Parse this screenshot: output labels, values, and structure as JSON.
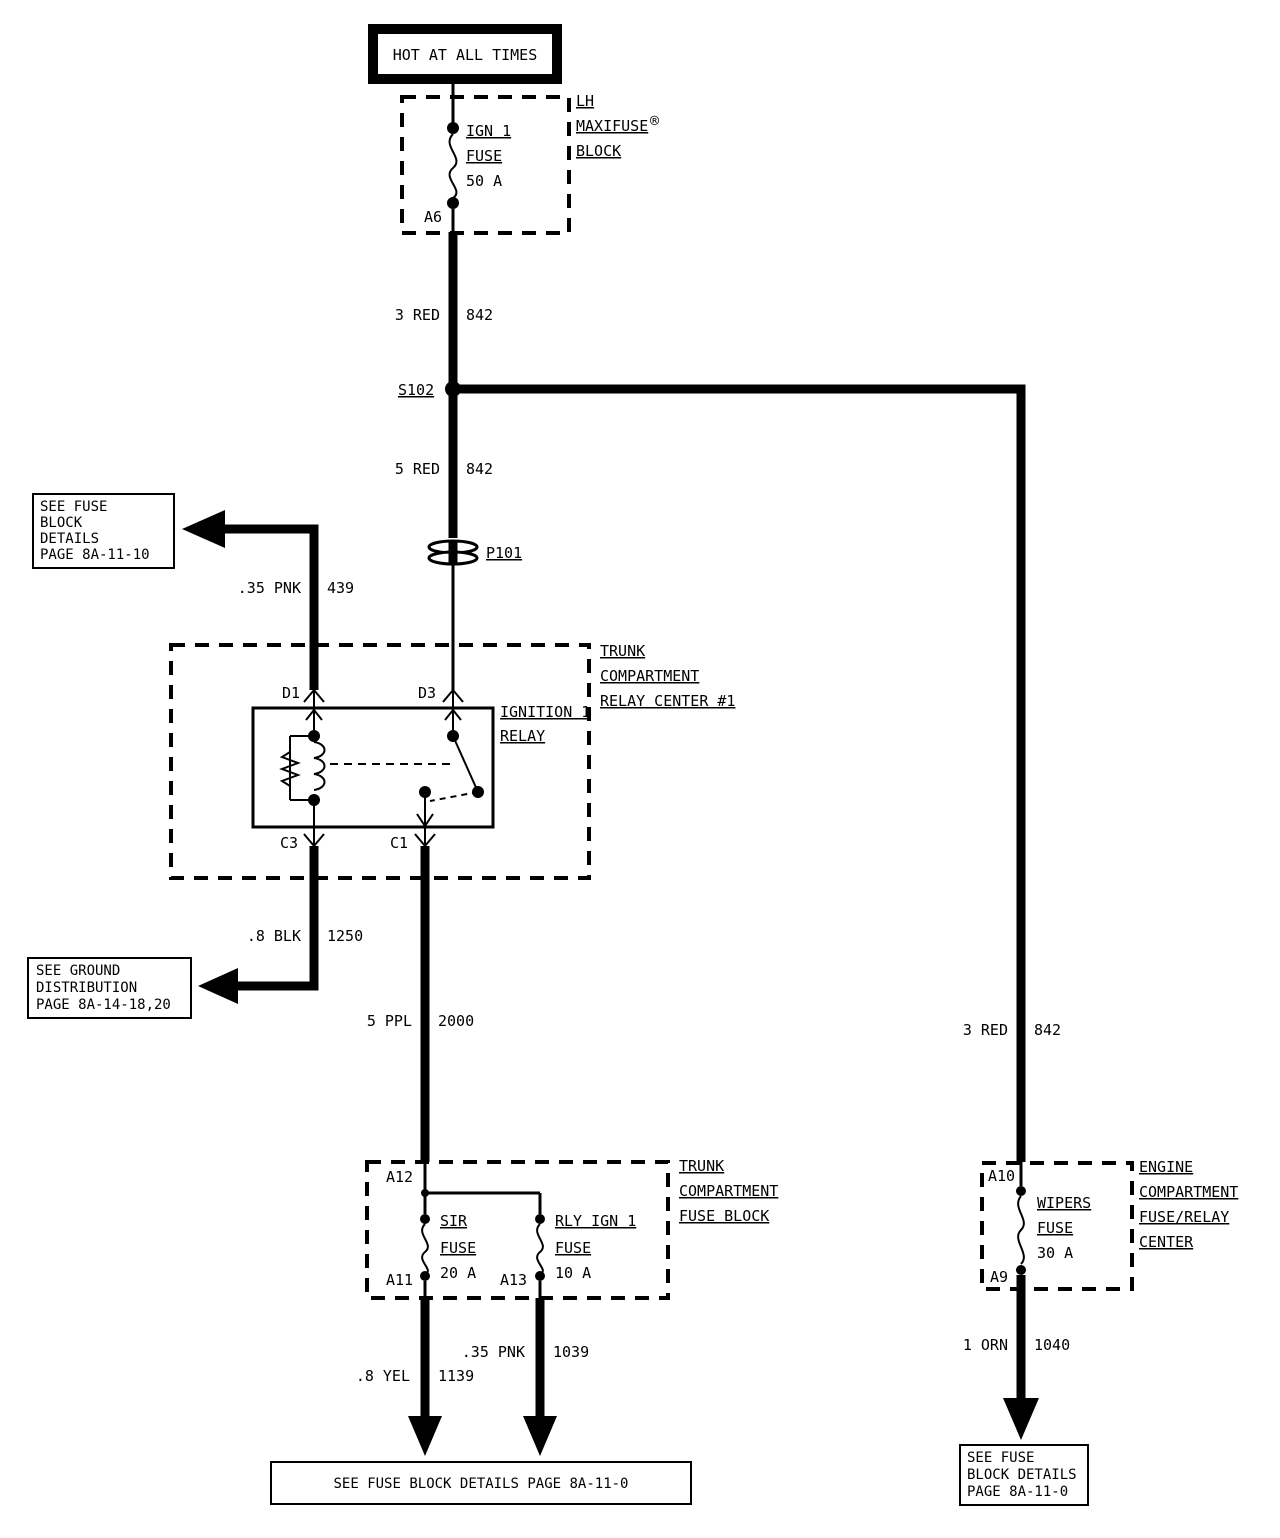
{
  "source": {
    "label": "HOT AT ALL TIMES"
  },
  "lh_maxifuse_block": {
    "label_lines": [
      "LH",
      "MAXIFUSE",
      "BLOCK"
    ],
    "registered_mark": "®",
    "fuse_lines": [
      "IGN 1",
      "FUSE",
      "50 A"
    ],
    "terminal": "A6"
  },
  "wires": {
    "w1": {
      "gauge_color": "3 RED",
      "circuit": "842"
    },
    "w2": {
      "gauge_color": "5 RED",
      "circuit": "842"
    },
    "w3": {
      "gauge_color": ".35 PNK",
      "circuit": "439"
    },
    "w4": {
      "gauge_color": ".8 BLK",
      "circuit": "1250"
    },
    "w5": {
      "gauge_color": "5 PPL",
      "circuit": "2000"
    },
    "w6": {
      "gauge_color": "3 RED",
      "circuit": "842"
    },
    "w7": {
      "gauge_color": ".8 YEL",
      "circuit": "1139"
    },
    "w8": {
      "gauge_color": ".35 PNK",
      "circuit": "1039"
    },
    "w9": {
      "gauge_color": "1 ORN",
      "circuit": "1040"
    }
  },
  "splice": "S102",
  "connector": "P101",
  "trunk_relay_center": {
    "label_lines": [
      "TRUNK",
      "COMPARTMENT",
      "RELAY CENTER #1"
    ],
    "relay_lines": [
      "IGNITION 1",
      "RELAY"
    ],
    "terminals": {
      "d1": "D1",
      "d3": "D3",
      "c3": "C3",
      "c1": "C1"
    }
  },
  "refs": {
    "fuse_block_top": [
      "SEE FUSE",
      "BLOCK",
      "DETAILS",
      "PAGE 8A-11-10"
    ],
    "ground": [
      "SEE GROUND",
      "DISTRIBUTION",
      "PAGE 8A-14-18,20"
    ],
    "fuse_block_bottom": "SEE FUSE BLOCK DETAILS PAGE 8A-11-0",
    "fuse_block_right": [
      "SEE FUSE",
      "BLOCK DETAILS",
      "PAGE 8A-11-0"
    ]
  },
  "trunk_fuse_block": {
    "label_lines": [
      "TRUNK",
      "COMPARTMENT",
      "FUSE BLOCK"
    ],
    "input_terminal": "A12",
    "sir_fuse": {
      "lines": [
        "SIR",
        "FUSE",
        "20 A"
      ],
      "terminal": "A11"
    },
    "rly_fuse": {
      "lines": [
        "RLY IGN 1",
        "FUSE",
        "10 A"
      ],
      "terminal": "A13"
    }
  },
  "engine_fuse_relay_center": {
    "label_lines": [
      "ENGINE",
      "COMPARTMENT",
      "FUSE/RELAY",
      "CENTER"
    ],
    "input_terminal": "A10",
    "fuse_lines": [
      "WIPERS",
      "FUSE",
      "30 A"
    ],
    "output_terminal": "A9"
  }
}
